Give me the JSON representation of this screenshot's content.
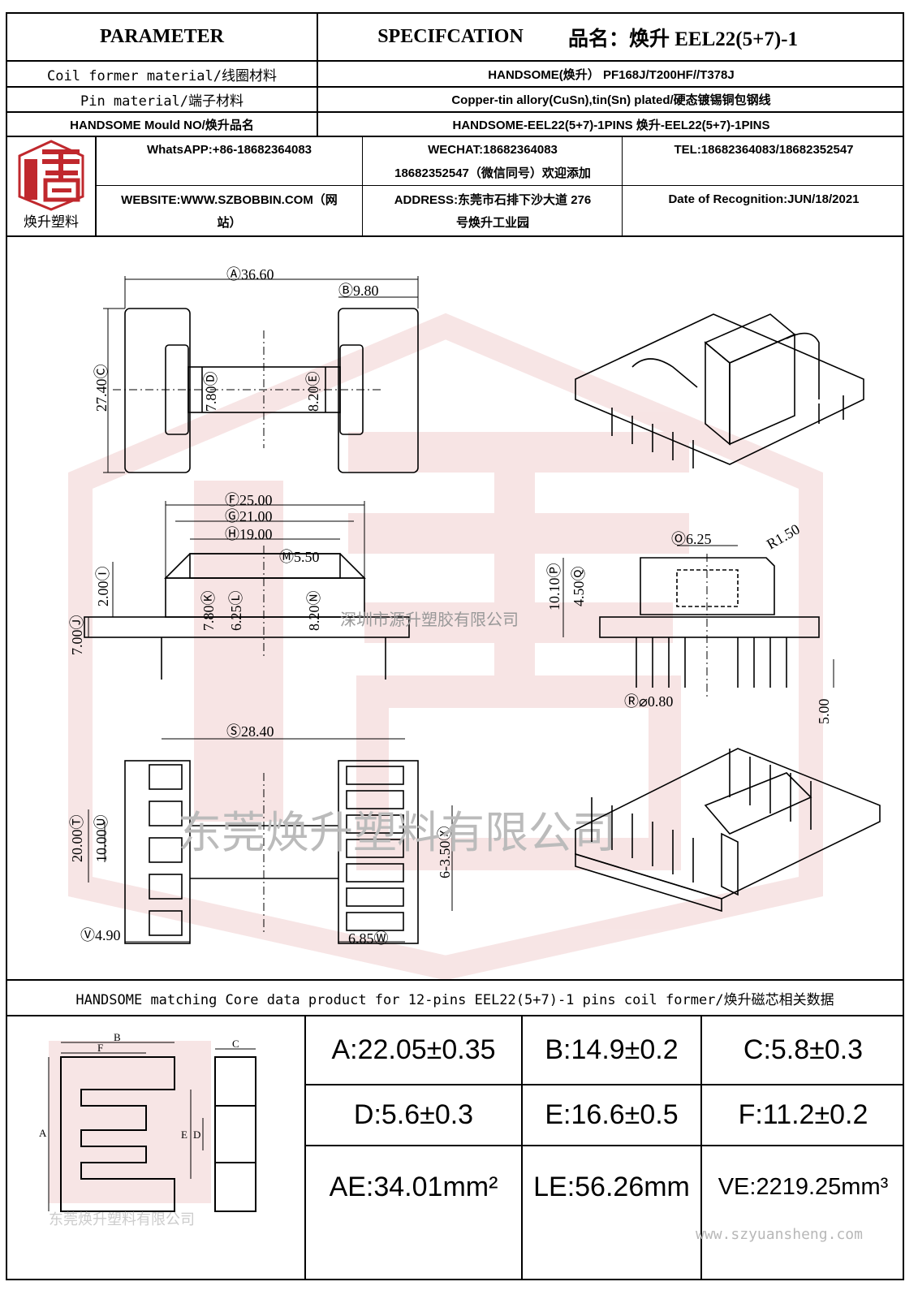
{
  "header": {
    "parameter_label": "PARAMETER",
    "spec_label": "SPECIFCATION",
    "product_name": "品名：焕升 EEL22(5+7)-1"
  },
  "rows": [
    {
      "param": "Coil former material/线圈材料",
      "spec": "HANDSOME(焕升）  PF168J/T200HF//T378J"
    },
    {
      "param": "Pin material/端子材料",
      "spec": "Copper-tin allory(CuSn),tin(Sn) plated/硬态镀锡铜包钢线"
    },
    {
      "param": "HANDSOME Mould NO/焕升品名",
      "spec": "HANDSOME-EEL22(5+7)-1PINS   焕升-EEL22(5+7)-1PINS"
    }
  ],
  "company": {
    "logo_text": "焕升塑料",
    "whatsapp": "WhatsAPP:+86-18682364083",
    "wechat_line1": "WECHAT:18682364083",
    "wechat_line2": "18682352547（微信同号）欢迎添加",
    "tel": "TEL:18682364083/18682352547",
    "website_line1": "WEBSITE:WWW.SZBOBBIN.COM（网",
    "website_line2": "站）",
    "address_line1": "ADDRESS:东莞市石排下沙大道 276",
    "address_line2": "号焕升工业园",
    "date": "Date of Recognition:JUN/18/2021"
  },
  "drawing": {
    "dims": {
      "A": "36.60",
      "B": "9.80",
      "C": "27.40",
      "D": "7.80",
      "E": "8.20",
      "F": "25.00",
      "G": "21.00",
      "H": "19.00",
      "I": "2.00",
      "J": "7.00",
      "K": "7.80",
      "L": "6.25",
      "M": "5.50",
      "N": "8.20",
      "O": "6.25",
      "P": "10.10",
      "Q": "4.50",
      "R": "⌀0.80",
      "R1": "R1.50",
      "S": "28.40",
      "T": "20.00",
      "U": "10.00",
      "V": "4.90",
      "W": "6.85",
      "X": "6-3.50",
      "pin_len": "5.00"
    },
    "watermark_top": "深圳市源升塑胶有限公司",
    "watermark_mid": "东莞焕升塑料有限公司",
    "watermark_core": "东莞焕升塑料有限公司"
  },
  "core": {
    "title": "HANDSOME matching Core data  product for 12-pins EEL22(5+7)-1 pins coil former/焕升磁芯相关数据",
    "labels": [
      "A",
      "B",
      "C",
      "D",
      "E",
      "F"
    ],
    "values": [
      [
        "A:22.05±0.35",
        "B:14.9±0.2",
        "C:5.8±0.3"
      ],
      [
        "D:5.6±0.3",
        "E:16.6±0.5",
        "F:11.2±0.2"
      ],
      [
        "AE:34.01mm²",
        "LE:56.26mm",
        "VE:2219.25mm³"
      ]
    ]
  },
  "footer_url": "www.szyuansheng.com"
}
